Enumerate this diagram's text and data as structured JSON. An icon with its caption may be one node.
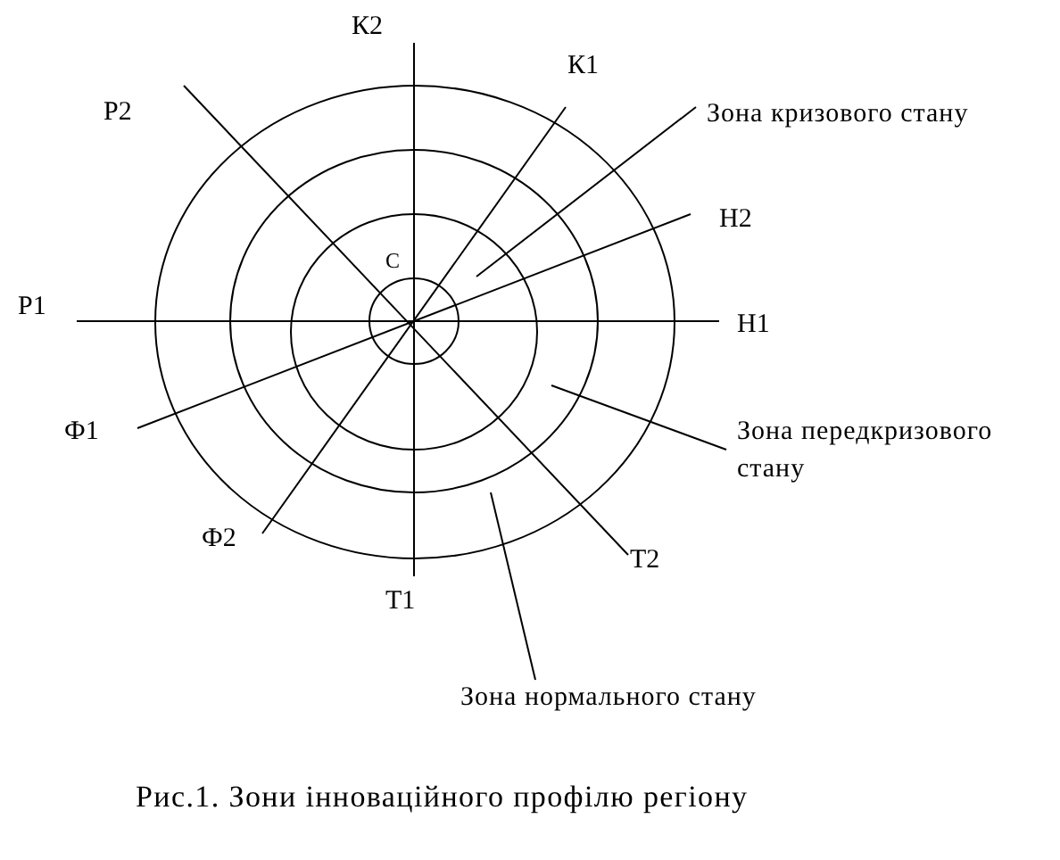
{
  "diagram": {
    "caption": "Рис.1. Зони інноваційного профілю регіону",
    "nodes": [
      {
        "text": [],
        "shape": "circle"
      },
      {
        "text": [],
        "shape": "circle",
        "in": 0
      },
      {
        "text": [],
        "shape": "circle",
        "in": 1
      },
      {
        "text": [],
        "shape": "circle",
        "in": 2,
        "beside": [
          "С"
        ]
      },
      {
        "text": [
          "Зона кризового стану"
        ]
      },
      {
        "text": [
          "Зона передкризового стану"
        ]
      },
      {
        "text": [
          "Зона нормального стану"
        ]
      }
    ],
    "edges": [
      {
        "from": 4,
        "to": 2,
        "arrow": "none"
      },
      {
        "from": 5,
        "to": 1,
        "arrow": "none"
      },
      {
        "from": 6,
        "to": 0,
        "arrow": "none"
      }
    ],
    "labels": [
      "К2",
      "К1",
      "Р2",
      "Н2",
      "Р1",
      "Н1",
      "Ф1",
      "Ф2",
      "Т2",
      "Т1"
    ]
  }
}
